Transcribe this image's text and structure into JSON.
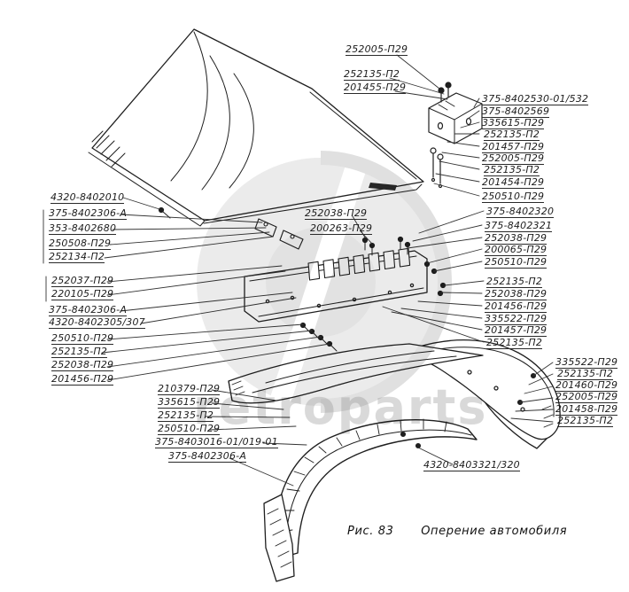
{
  "caption": {
    "fig": "Рис. 83",
    "title": "Оперение автомобиля"
  },
  "watermark": {
    "text": "retroparts"
  },
  "labels": {
    "top_right": [
      "252005-П29",
      "252135-П2",
      "201455-П29"
    ],
    "right": [
      "375-8402530-01/532",
      "375-8402569",
      "335615-П29",
      "252135-П2",
      "201457-П29",
      "252005-П29",
      "252135-П2",
      "201454-П29",
      "250510-П29",
      "375-8402320",
      "375-8402321",
      "252038-П29",
      "200065-П29",
      "250510-П29",
      "252135-П2",
      "252038-П29",
      "201456-П29",
      "335522-П29",
      "201457-П29",
      "252135-П2"
    ],
    "left": [
      "4320-8402010",
      "375-8402306-А",
      "353-8402680",
      "250508-П29",
      "252134-П2",
      "252037-П29",
      "220105-П29",
      "375-8402306-А",
      "4320-8402305/307",
      "250510-П29",
      "252135-П2",
      "252038-П29",
      "201456-П29"
    ],
    "center": [
      "252038-П29",
      "200263-П29"
    ],
    "bottom_left": [
      "210379-П29",
      "335615-П29",
      "252135-П2",
      "250510-П29",
      "375-8403016-01/019-01",
      "375-8402306-А"
    ],
    "bottom_right": [
      "335522-П29",
      "252135-П2",
      "201460-П29",
      "252005-П29",
      "201458-П29",
      "252135-П2"
    ],
    "bottom_center": [
      "4320-8403321/320"
    ]
  }
}
